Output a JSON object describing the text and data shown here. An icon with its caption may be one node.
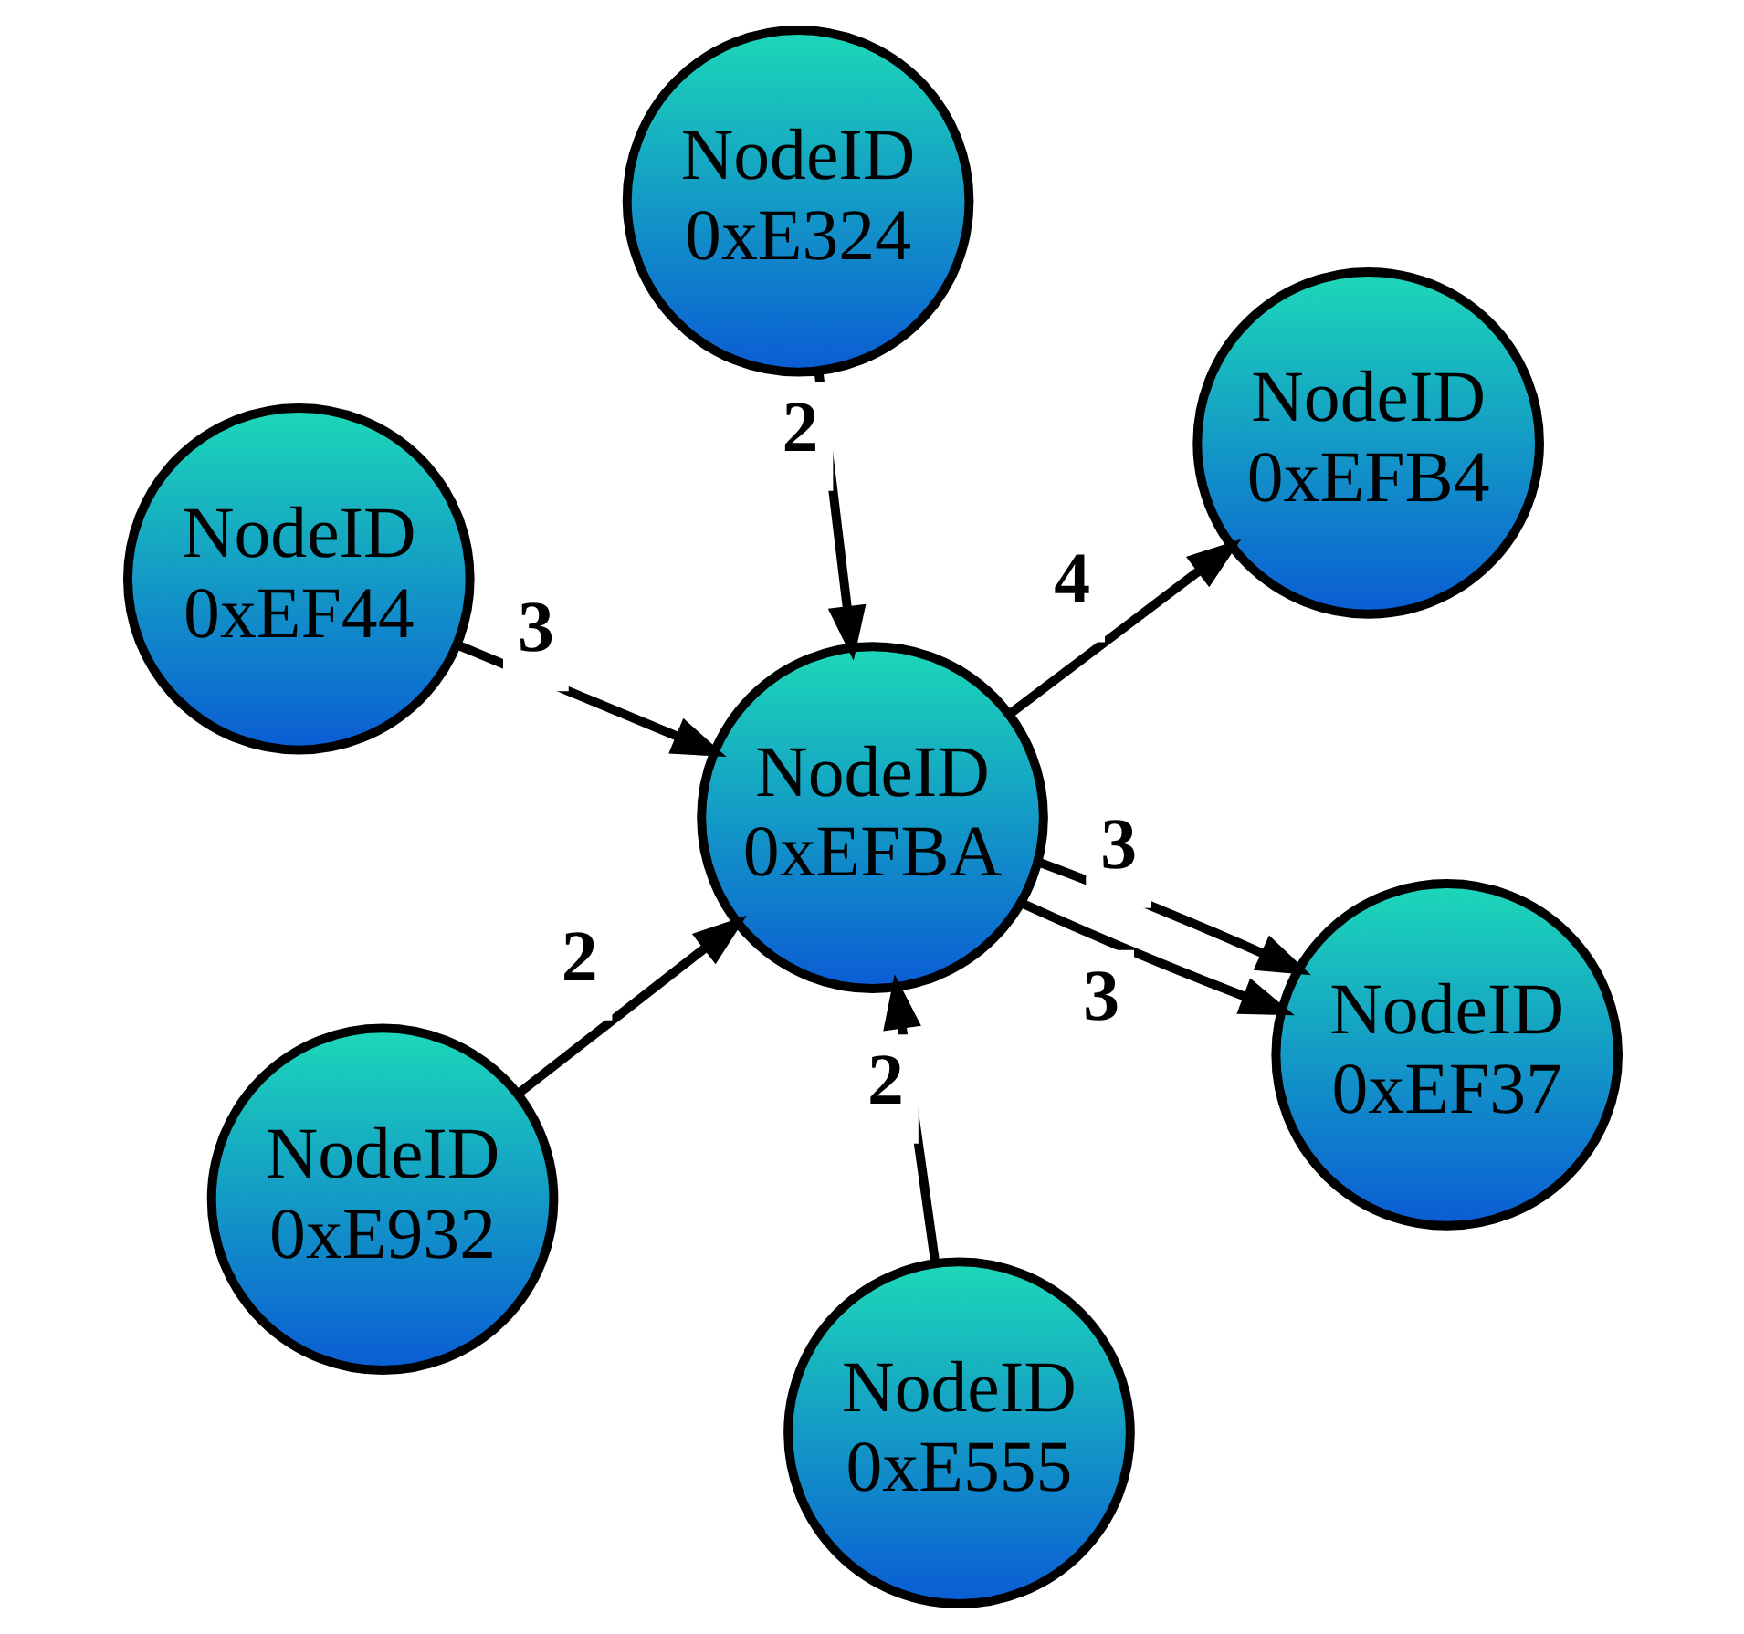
{
  "diagram": {
    "nodes": [
      {
        "text": [
          "NodeID 0xEF44"
        ]
      },
      {
        "text": [
          "NodeID 0xEF37"
        ]
      },
      {
        "text": [
          "NodeID 0xE555"
        ]
      },
      {
        "text": [
          "NodeID 0xEFBA"
        ]
      },
      {
        "text": [
          "NodeID 0xEFB4"
        ]
      },
      {
        "text": [
          "NodeID 0xE324"
        ]
      },
      {
        "text": [
          "NodeID 0xE932"
        ]
      }
    ],
    "edges": [
      {
        "from": 0,
        "to": 3,
        "arrow": "to",
        "label": "3"
      },
      {
        "from": 3,
        "to": 1,
        "arrow": "to",
        "label": "3"
      },
      {
        "from": 3,
        "to": 1,
        "arrow": "to",
        "label": "3"
      },
      {
        "from": 2,
        "to": 3,
        "arrow": "to",
        "label": "2"
      },
      {
        "from": 3,
        "to": 4,
        "arrow": "to",
        "label": "4"
      },
      {
        "from": 5,
        "to": 3,
        "arrow": "to",
        "label": "2"
      },
      {
        "from": 6,
        "to": 3,
        "arrow": "to",
        "label": "2"
      }
    ]
  }
}
